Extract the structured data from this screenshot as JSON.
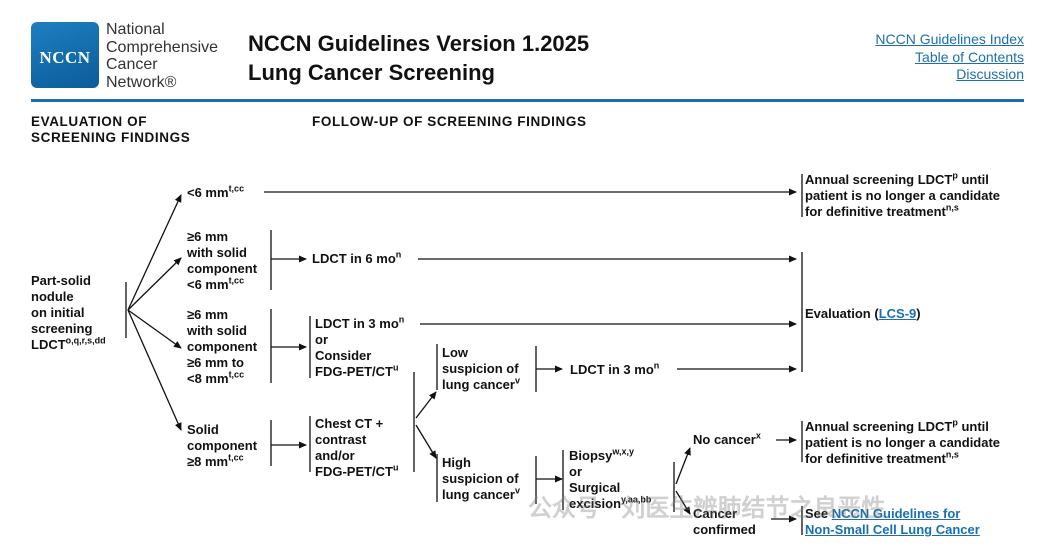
{
  "header": {
    "logo_text": "NCCN",
    "org_lines": [
      "National",
      "Comprehensive",
      "Cancer",
      "Network®"
    ],
    "title_line1": "NCCN Guidelines Version 1.2025",
    "title_line2": "Lung Cancer Screening",
    "links": [
      "NCCN Guidelines Index",
      "Table of Contents",
      "Discussion"
    ]
  },
  "sections": {
    "evaluation": [
      "EVALUATION OF",
      "SCREENING FINDINGS"
    ],
    "followup": "FOLLOW-UP OF SCREENING FINDINGS"
  },
  "nodes": {
    "start": {
      "lines": [
        "Part-solid",
        "nodule",
        "on initial",
        "screening"
      ],
      "last": "LDCT",
      "sup": "o,q,r,s,dd"
    },
    "lt6": {
      "text": "<6 mm",
      "sup": "t,cc"
    },
    "ge6_lt6": {
      "lines": [
        "≥6 mm",
        "with solid",
        "component"
      ],
      "last": "<6 mm",
      "sup": "t,cc"
    },
    "ge6_6to8": {
      "lines": [
        "≥6 mm",
        "with solid",
        "component",
        "≥6 mm to"
      ],
      "last": "<8 mm",
      "sup": "t,cc"
    },
    "solid8": {
      "lines": [
        "Solid",
        "component"
      ],
      "last": "≥8 mm",
      "sup": "t,cc"
    },
    "ldct6": {
      "text": "LDCT in 6 mo",
      "sup": "n"
    },
    "ldct3_consider": {
      "first": "LDCT in 3 mo",
      "first_sup": "n",
      "lines": [
        "or",
        "Consider"
      ],
      "last": "FDG-PET/CT",
      "sup": "u"
    },
    "chest_ct": {
      "lines": [
        "Chest CT +",
        "contrast",
        "and/or"
      ],
      "last": "FDG-PET/CT",
      "sup": "u"
    },
    "low_susp": {
      "lines": [
        "Low",
        "suspicion of"
      ],
      "last": "lung cancer",
      "sup": "v"
    },
    "high_susp": {
      "lines": [
        "High",
        "suspicion of"
      ],
      "last": "lung cancer",
      "sup": "v"
    },
    "ldct3b": {
      "text": "LDCT in 3 mo",
      "sup": "n"
    },
    "biopsy": {
      "first": "Biopsy",
      "first_sup": "w,x,y",
      "lines": [
        "or",
        "Surgical"
      ],
      "last": "excision",
      "sup": "y,aa,bb"
    },
    "no_cancer": {
      "text": "No cancer",
      "sup": "x"
    },
    "cancer_confirmed": {
      "lines": [
        "Cancer",
        "confirmed"
      ]
    },
    "annual1": {
      "first": "Annual screening LDCT",
      "first_sup": "p",
      "first_tail": " until",
      "mid": "patient is no longer a candidate",
      "last": "for definitive treatment",
      "sup": "n,s"
    },
    "annual2": {
      "first": "Annual screening LDCT",
      "first_sup": "p",
      "first_tail": " until",
      "mid": "patient is no longer a candidate",
      "last": "for definitive treatment",
      "sup": "n,s"
    },
    "evaluation": {
      "prefix": "Evaluation (",
      "link": "LCS-9",
      "suffix": ")"
    },
    "see_nsclc": {
      "prefix": "See ",
      "link1": "NCCN Guidelines for",
      "link2": "Non-Small Cell Lung Cancer"
    }
  },
  "watermark": "公众号 · 刘医生辨肺结节之良恶性"
}
